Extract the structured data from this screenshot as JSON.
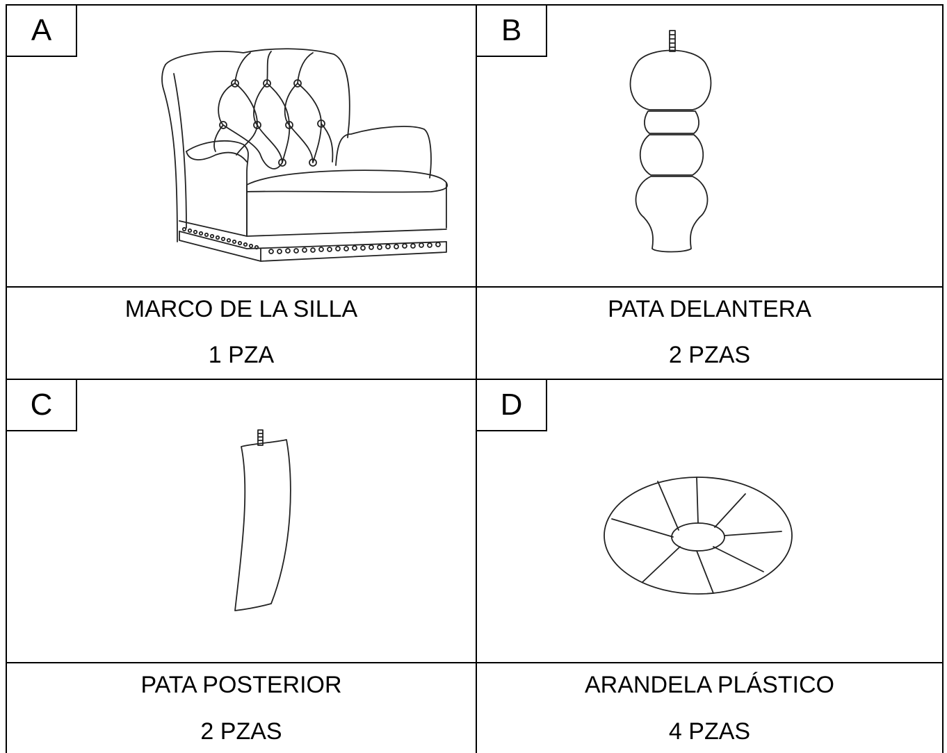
{
  "parts": [
    {
      "letter": "A",
      "name": "MARCO DE LA SILLA",
      "qty": "1 PZA",
      "icon": "armchair-frame-icon"
    },
    {
      "letter": "B",
      "name": "PATA DELANTERA",
      "qty": "2 PZAS",
      "icon": "front-leg-icon"
    },
    {
      "letter": "C",
      "name": "PATA POSTERIOR",
      "qty": "2 PZAS",
      "icon": "rear-leg-icon"
    },
    {
      "letter": "D",
      "name": "ARANDELA PLÁSTICO",
      "qty": "4 PZAS",
      "icon": "plastic-washer-icon"
    }
  ]
}
